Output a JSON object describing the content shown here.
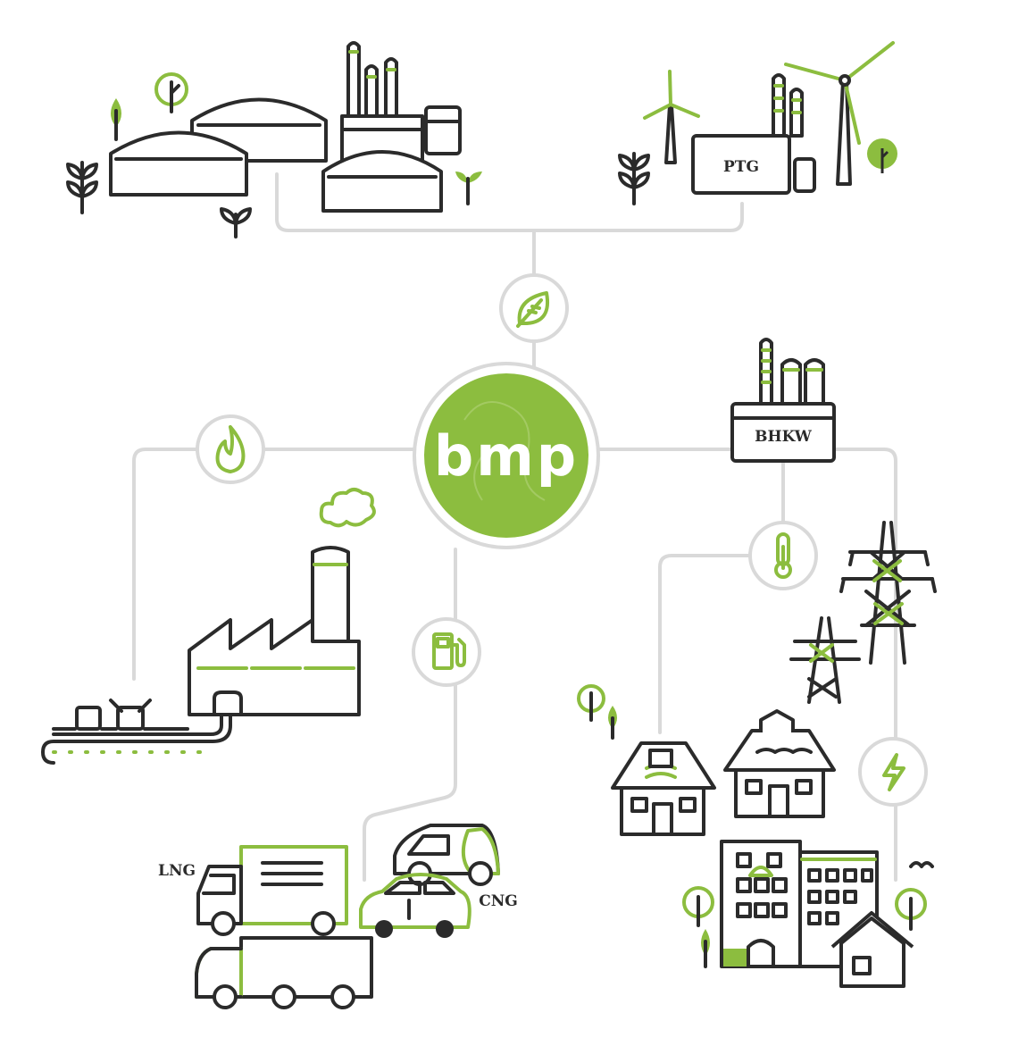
{
  "center": {
    "logo_text": "bmp",
    "color": "#8cbd3f"
  },
  "labels": {
    "ptg": "PTG",
    "bhkw": "BHKW",
    "lng": "LNG",
    "cng": "CNG"
  },
  "hubs": [
    "leaf-icon",
    "flame-icon",
    "thermometer-icon",
    "fuel-pump-icon",
    "lightning-icon"
  ],
  "colors": {
    "accent": "#8cbd3f",
    "ink": "#2b2b2b",
    "connector": "#d9d9d9"
  }
}
